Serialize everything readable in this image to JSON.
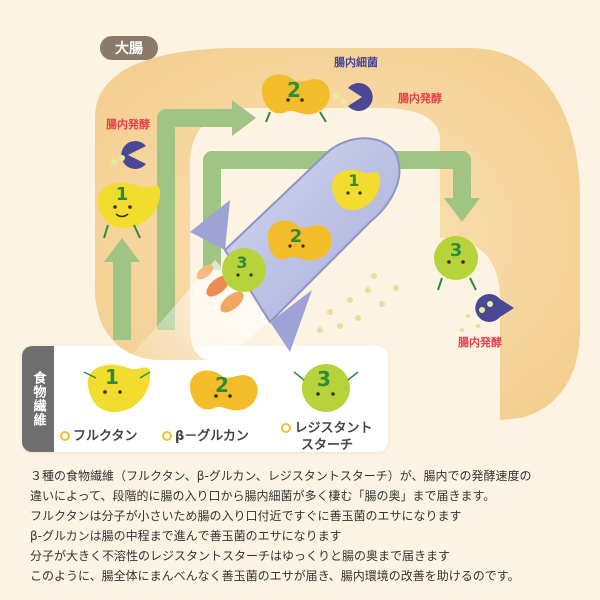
{
  "diagram": {
    "large_intestine_label": "大腸",
    "bacteria_label": "腸内細菌",
    "fermentation_label_top_left": "腸内発酵",
    "fermentation_label_top_right": "腸内発酵",
    "fermentation_label_bottom_right": "腸内発酵",
    "legend_title": "食物繊維",
    "legend_items": [
      {
        "number": "1",
        "name": "フルクタン",
        "color": "#f2dc2e"
      },
      {
        "number": "2",
        "name": "β－グルカン",
        "color": "#f3bd2a"
      },
      {
        "number": "3",
        "name_line1": "レジスタント",
        "name_line2": "スターチ",
        "color": "#b7d33b"
      }
    ]
  },
  "description": [
    "３種の食物繊維（フルクタン、β-グルカン、レジスタントスターチ）が、腸内での発酵速度の",
    "違いによって、段階的に腸の入り口から腸内細菌が多く棲む「腸の奥」まで届きます。",
    "フルクタンは分子が小さいため腸の入り口付近ですぐに善玉菌のエサになります",
    "β-グルカンは腸の中程まで進んで善玉菌のエサになります",
    "分子が大きく不溶性のレジスタントスターチはゆっくりと腸の奥まで届きます",
    "このように、腸全体にまんべんなく善玉菌のエサが届き、腸内環境の改善を助けるのです。"
  ],
  "colors": {
    "intestine": "#f6d9a6",
    "intestine_inner": "#fbe7c3",
    "arrow": "#9fc484",
    "rocket_body": "#b7bde2",
    "pacman": "#4a4894",
    "fermentation_text": "#e5424b",
    "label_tab": "#8a7a6a",
    "fiber1": "#f2dc2e",
    "fiber2": "#f3bd2a",
    "fiber3": "#b7d33b",
    "number_green": "#2f8b3a"
  }
}
